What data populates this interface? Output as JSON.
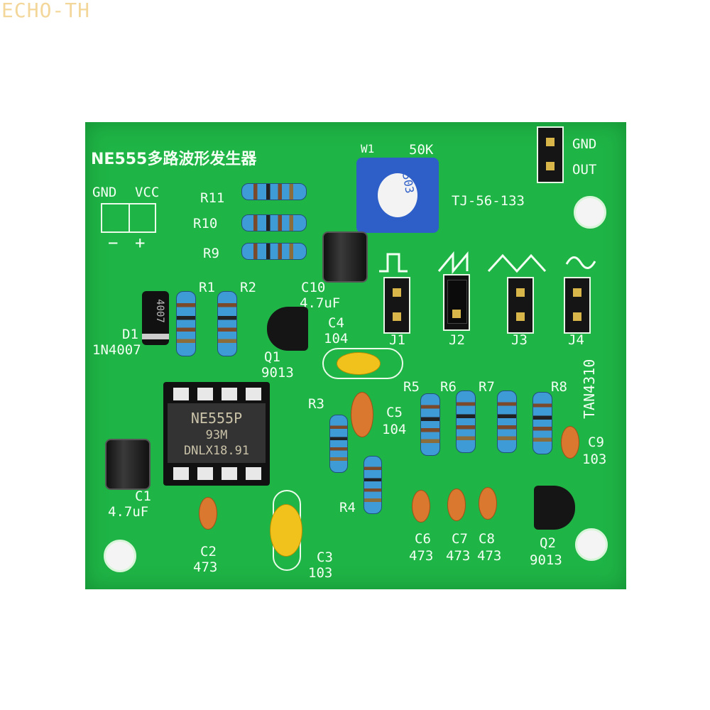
{
  "watermark": "ECHO-TH",
  "board": {
    "color": "#1fb446",
    "title": "NE555多路波形发生器",
    "power": {
      "gnd": "GND",
      "vcc": "VCC",
      "minus": "−",
      "plus": "+"
    },
    "output": {
      "gnd": "GND",
      "out": "OUT"
    },
    "pot": {
      "ref": "W1",
      "value": "50K",
      "marking": "503",
      "part": "TJ-56-133"
    },
    "board_id": "TAN4310",
    "ic": {
      "line1": "NE555P",
      "line2": "93M",
      "line3": "DNLX18.91"
    },
    "diode": {
      "ref": "D1",
      "part": "1N4007",
      "marking": "4007"
    },
    "resistors": [
      "R1",
      "R2",
      "R3",
      "R4",
      "R5",
      "R6",
      "R7",
      "R8",
      "R9",
      "R10",
      "R11"
    ],
    "jumpers": [
      "J1",
      "J2",
      "J3",
      "J4"
    ],
    "waveforms": [
      "square-wave-icon",
      "sawtooth-wave-icon",
      "triangle-wave-icon",
      "sine-wave-icon"
    ],
    "caps": {
      "c1": {
        "ref": "C1",
        "value": "4.7uF"
      },
      "c2": {
        "ref": "C2",
        "value": "473"
      },
      "c3": {
        "ref": "C3",
        "value": "103"
      },
      "c4": {
        "ref": "C4",
        "value": "104"
      },
      "c5": {
        "ref": "C5",
        "value": "104"
      },
      "c6": {
        "ref": "C6",
        "value": "473"
      },
      "c7": {
        "ref": "C7",
        "value": "473"
      },
      "c8": {
        "ref": "C8",
        "value": "473"
      },
      "c9": {
        "ref": "C9",
        "value": "103"
      },
      "c10": {
        "ref": "C10",
        "value": "4.7uF"
      }
    },
    "transistors": {
      "q1": {
        "ref": "Q1",
        "part": "9013"
      },
      "q2": {
        "ref": "Q2",
        "part": "9013"
      }
    }
  }
}
